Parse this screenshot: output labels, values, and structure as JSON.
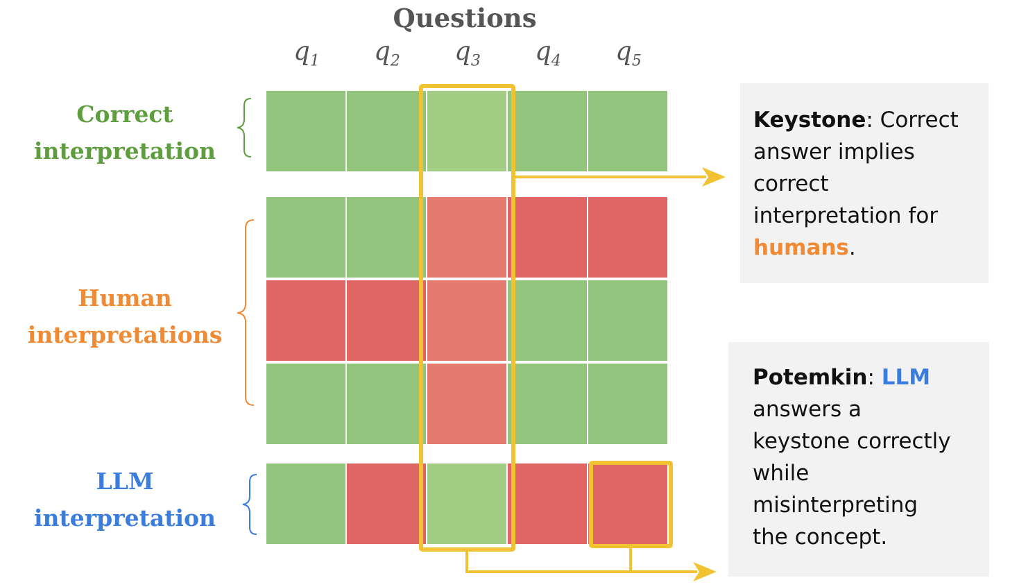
{
  "title": "Questions",
  "questions": [
    {
      "base": "q",
      "sub": "1"
    },
    {
      "base": "q",
      "sub": "2"
    },
    {
      "base": "q",
      "sub": "3"
    },
    {
      "base": "q",
      "sub": "4"
    },
    {
      "base": "q",
      "sub": "5"
    }
  ],
  "row_groups": {
    "correct": {
      "lines": [
        "Correct",
        "interpretation"
      ],
      "color": "#5f9e3e"
    },
    "human": {
      "lines": [
        "Human",
        "interpretations"
      ],
      "color": "#f08a34"
    },
    "llm": {
      "lines": [
        "LLM",
        "interpretation"
      ],
      "color": "#3b7ddd"
    }
  },
  "grid": {
    "correct": [
      [
        "g",
        "g",
        "lg",
        "g",
        "g"
      ]
    ],
    "human": [
      [
        "g",
        "g",
        "lr",
        "r",
        "r"
      ],
      [
        "r",
        "r",
        "lr",
        "g",
        "g"
      ],
      [
        "g",
        "g",
        "lr",
        "g",
        "g"
      ]
    ],
    "llm": [
      [
        "g",
        "r",
        "lg",
        "r",
        "r"
      ]
    ]
  },
  "colors": {
    "green": "#93c47d",
    "light_green": "#a3cc85",
    "red": "#e06666",
    "light_red": "#e47a70",
    "highlight": "#f1c232"
  },
  "keystone": {
    "term": "Keystone",
    "lines": [
      [
        {
          "t": ": Correct"
        }
      ],
      [
        {
          "t": "answer implies"
        }
      ],
      [
        {
          "t": "correct"
        }
      ],
      [
        {
          "t": "interpretation for"
        }
      ],
      [
        {
          "t": "humans",
          "c": "#f08a34",
          "b": true
        },
        {
          "t": "."
        }
      ]
    ]
  },
  "potemkin": {
    "term": "Potemkin",
    "lines": [
      [
        {
          "t": ": "
        },
        {
          "t": "LLM",
          "c": "#3b7ddd",
          "b": true
        }
      ],
      [
        {
          "t": "answers a"
        }
      ],
      [
        {
          "t": "keystone correctly"
        }
      ],
      [
        {
          "t": "while"
        }
      ],
      [
        {
          "t": "misinterpreting"
        }
      ],
      [
        {
          "t": "the concept."
        }
      ]
    ]
  }
}
